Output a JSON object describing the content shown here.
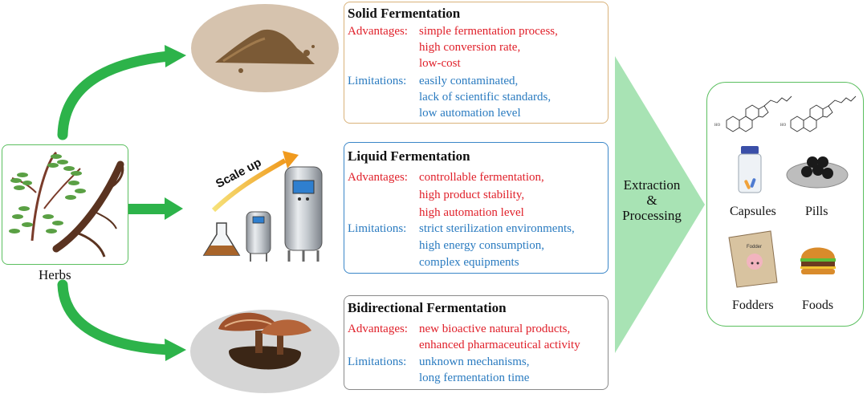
{
  "herbs_label": "Herbs",
  "scale_up": "Scale up",
  "solid": {
    "title": "Solid Fermentation",
    "adv_label": "Advantages:",
    "adv": [
      "simple fermentation process,",
      "high conversion rate,",
      "low-cost"
    ],
    "lim_label": "Limitations:",
    "lim": [
      "easily contaminated,",
      "lack of scientific standards,",
      "low automation level"
    ]
  },
  "liquid": {
    "title": "Liquid Fermentation",
    "adv_label": "Advantages:",
    "adv": [
      "controllable fermentation,",
      "high product stability,",
      "high automation level"
    ],
    "lim_label": "Limitations:",
    "lim": [
      "strict sterilization environments,",
      "high energy consumption,",
      "complex equipments"
    ]
  },
  "bidirectional": {
    "title": "Bidirectional Fermentation",
    "adv_label": "Advantages:",
    "adv": [
      "new bioactive natural products,",
      "enhanced pharmaceutical activity"
    ],
    "lim_label": "Limitations:",
    "lim": [
      "unknown mechanisms,",
      "long fermentation time"
    ]
  },
  "process": [
    "Extraction",
    "&",
    "Processing"
  ],
  "products": {
    "capsules": "Capsules",
    "pills": "Pills",
    "fodders": "Fodders",
    "foods": "Foods",
    "fodder_bag_text": "Fodder"
  },
  "colors": {
    "arrow_green": "#2db34a",
    "solid_border": "#d9b27a",
    "liquid_border": "#3a86c8",
    "bidir_border": "#8a8a8a",
    "advantage_red": "#e0202a",
    "limitation_blue": "#2a7bc0",
    "process_green": "#a8e3b4",
    "panel_border": "#5bbf5f"
  }
}
